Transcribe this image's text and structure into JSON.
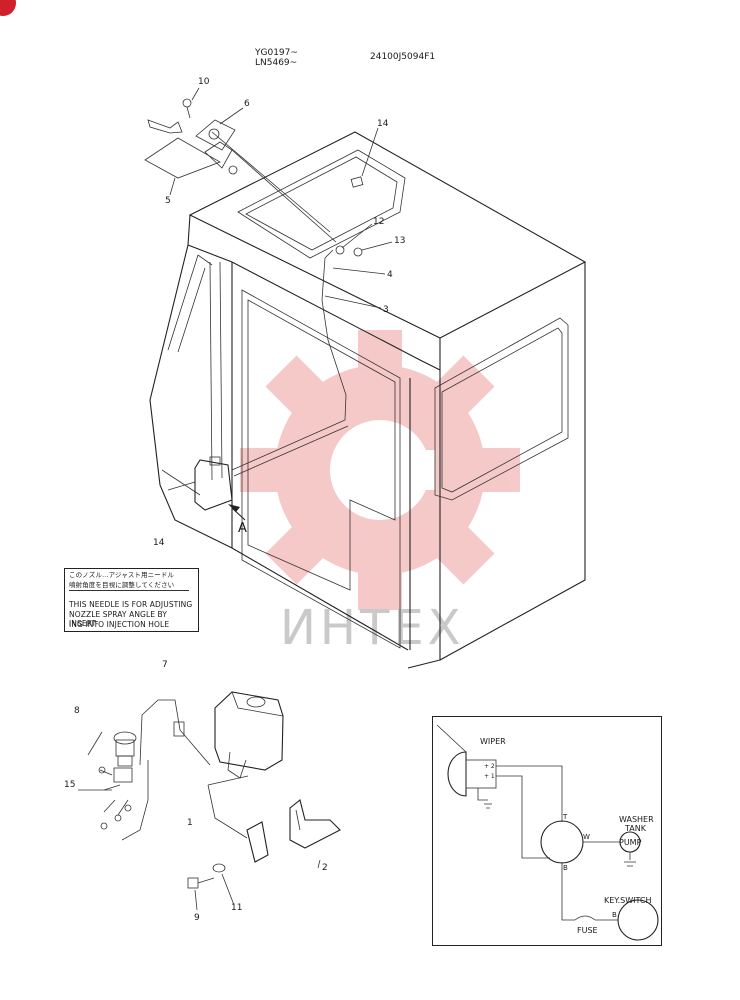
{
  "header": {
    "serial_line1": "YG0197~",
    "serial_line2": "LN5469~",
    "drawing_number": "24100J5094F1"
  },
  "callouts": {
    "c10": "10",
    "c6": "6",
    "c5": "5",
    "c14_top": "14",
    "c12": "12",
    "c13": "13",
    "c4": "4",
    "c3": "3",
    "c14_label": "14",
    "c7": "7",
    "c8": "8",
    "c15": "15",
    "c1": "1",
    "c2": "2",
    "c9": "9",
    "c11": "11"
  },
  "view_marker": "A",
  "caution_label": {
    "jp_line1": "このノズル…アジャスト用ニードル",
    "jp_line2": "噴射角度を目視に調整してください",
    "en_line1": "THIS NEEDLE IS FOR ADJUSTING",
    "en_line2": "NOZZLE SPRAY ANGLE BY INSERT-",
    "en_line3": "ING INTO INJECTION HOLE"
  },
  "watermark": "ИНТЕХ",
  "schematic": {
    "wiper": "WIPER",
    "washer_tank_line1": "WASHER",
    "washer_tank_line2": "TANK",
    "pump": "PUMP",
    "key_switch": "KEY.SWITCH",
    "fuse": "FUSE",
    "terminal_t": "T",
    "terminal_w": "W",
    "terminal_b1": "B",
    "terminal_b2": "B"
  },
  "colors": {
    "badge": "#d0202a",
    "watermark_gear": "#f4b8b8",
    "line": "#222222"
  }
}
